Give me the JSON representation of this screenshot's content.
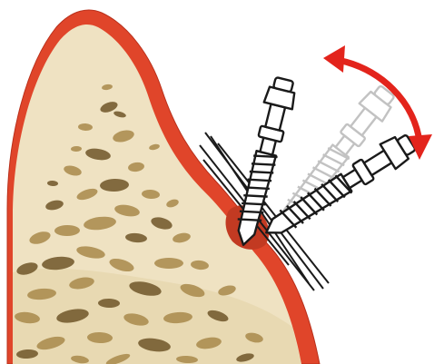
{
  "illustration": {
    "subject": "screw-tilt-illustration",
    "colors": {
      "background": "#ffffff",
      "gum": "#e0452a",
      "gum_dark": "#b8301b",
      "bone": "#efe2c2",
      "bone_shade": "#e2d1a6",
      "cavity": "#a8884a",
      "cavity_dark": "#6f5528",
      "arrow": "#e3241c",
      "screw_outline": "#1a1a1a",
      "screw_fill": "#ffffff",
      "screw_ghost": "#9a9a9a",
      "bleed": "#c23a22"
    },
    "icons": {
      "motion_arrow": "double-headed-curved-arrow-icon",
      "screw": "bone-screw-icon"
    },
    "screw_positions": [
      "upright",
      "intermediate",
      "tilted"
    ]
  }
}
